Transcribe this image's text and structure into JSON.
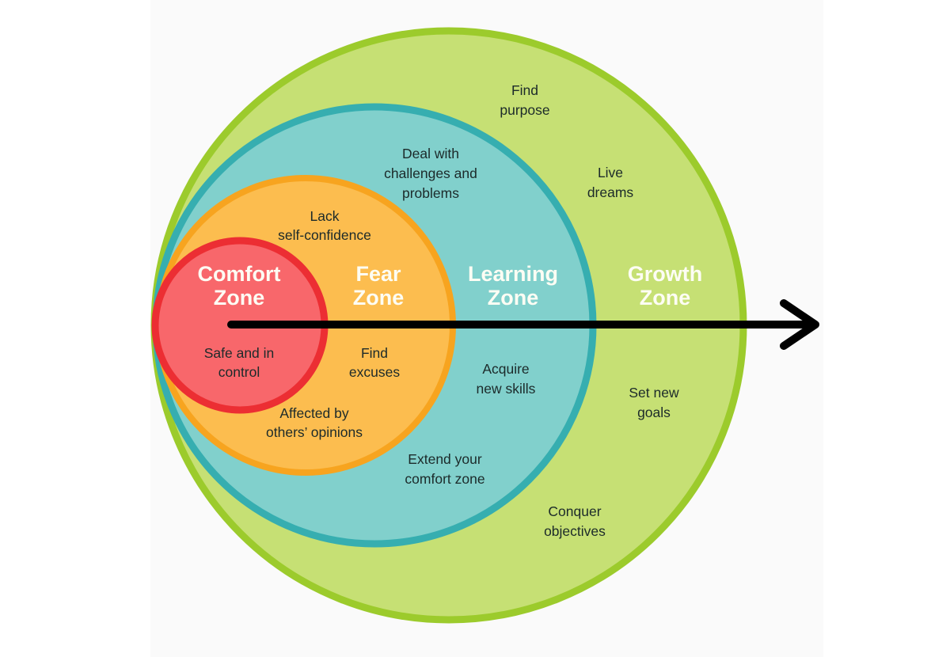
{
  "diagram": {
    "type": "nested-zones",
    "direction": "left-to-right",
    "zones": [
      {
        "id": "comfort",
        "title_lines": [
          "Comfort",
          "Zone"
        ],
        "fill": "#f8676b",
        "stroke": "#ec2e33",
        "notes": [
          {
            "lines": [
              "Safe and in",
              "control"
            ]
          }
        ]
      },
      {
        "id": "fear",
        "title_lines": [
          "Fear",
          "Zone"
        ],
        "fill": "#fcbd4f",
        "stroke": "#f7a41f",
        "notes": [
          {
            "lines": [
              "Lack",
              "self-confidence"
            ]
          },
          {
            "lines": [
              "Find",
              "excuses"
            ]
          },
          {
            "lines": [
              "Affected by",
              "others’ opinions"
            ]
          }
        ]
      },
      {
        "id": "learning",
        "title_lines": [
          "Learning",
          "Zone"
        ],
        "fill": "#81d0cc",
        "stroke": "#36aeb0",
        "notes": [
          {
            "lines": [
              "Deal with",
              "challenges and",
              "problems"
            ]
          },
          {
            "lines": [
              "Acquire",
              "new skills"
            ]
          },
          {
            "lines": [
              "Extend your",
              "comfort zone"
            ]
          }
        ]
      },
      {
        "id": "growth",
        "title_lines": [
          "Growth",
          "Zone"
        ],
        "fill": "#c6e074",
        "stroke": "#9ccb2c",
        "notes": [
          {
            "lines": [
              "Find",
              "purpose"
            ]
          },
          {
            "lines": [
              "Live",
              "dreams"
            ]
          },
          {
            "lines": [
              "Set new",
              "goals"
            ]
          },
          {
            "lines": [
              "Conquer",
              "objectives"
            ]
          }
        ]
      }
    ],
    "arrow": {
      "color": "#000000",
      "meaning": "progression-outward"
    }
  }
}
